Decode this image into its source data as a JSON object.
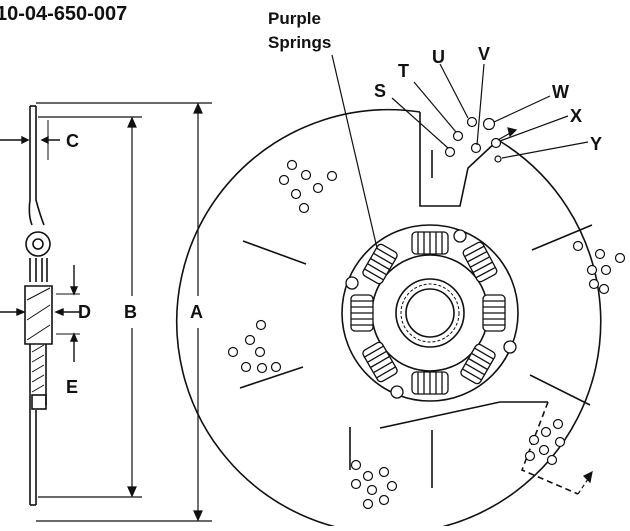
{
  "part_number": "10-04-650-007",
  "callouts": {
    "purple_springs_line1": "Purple",
    "purple_springs_line2": "Springs",
    "s": "S",
    "t": "T",
    "u": "U",
    "v": "V",
    "w": "W",
    "x": "X",
    "y": "Y"
  },
  "dimensions": {
    "a": "A",
    "b": "B",
    "c": "C",
    "d": "D",
    "e": "E"
  }
}
